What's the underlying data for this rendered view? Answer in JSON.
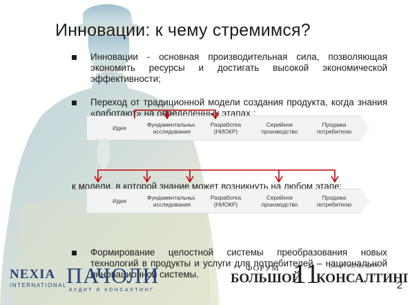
{
  "slide": {
    "title": "Инновации: к чему стремимся?",
    "bullets": [
      "Инновации - основная производительная сила, позволяющая экономить ресурсы и достигать высокой экономической эффективности;",
      "Переход от традиционной модели создания продукта, когда знания «работают» на определенных этапах :"
    ],
    "middle_text": "к модели, в которой знание может возникнуть на любом этапе:",
    "last_bullet_lines": [
      "Формирование целостной системы преобразования новых",
      "технологий в продукты и услуги для потребителей – национальной",
      "инновационной системы."
    ],
    "page_number": "2",
    "colors": {
      "arrow": "#c00000",
      "step_fill": "#f3f3f3",
      "text": "#1b1b1b"
    }
  },
  "chain_top": [
    "Идея",
    "Фундаментальные исследования",
    "Разработка (НИОКР)",
    "Серийное производство",
    "Продажа потребителю"
  ],
  "chain_bottom": [
    "Идея",
    "Фундаментальные исследования",
    "Разработка (НИОКР)",
    "Серийное производство",
    "Продажа потребителю"
  ],
  "logos": {
    "nexia_top": "NEXIA",
    "nexia_sub": "INTERNATIONAL",
    "pacioli": "ПАЧОЛИ",
    "pacioli_sub": "АУДИТ И КОНСАЛТИНГ",
    "forum_1": "ФОРУМ",
    "forum_2": "БОЛЬШОЙ",
    "forum_3": "КОНСАЛТИНГ",
    "forum_year": "11",
    "forum_tag": "САНКТ-ПЕТЕРБУРГ"
  }
}
